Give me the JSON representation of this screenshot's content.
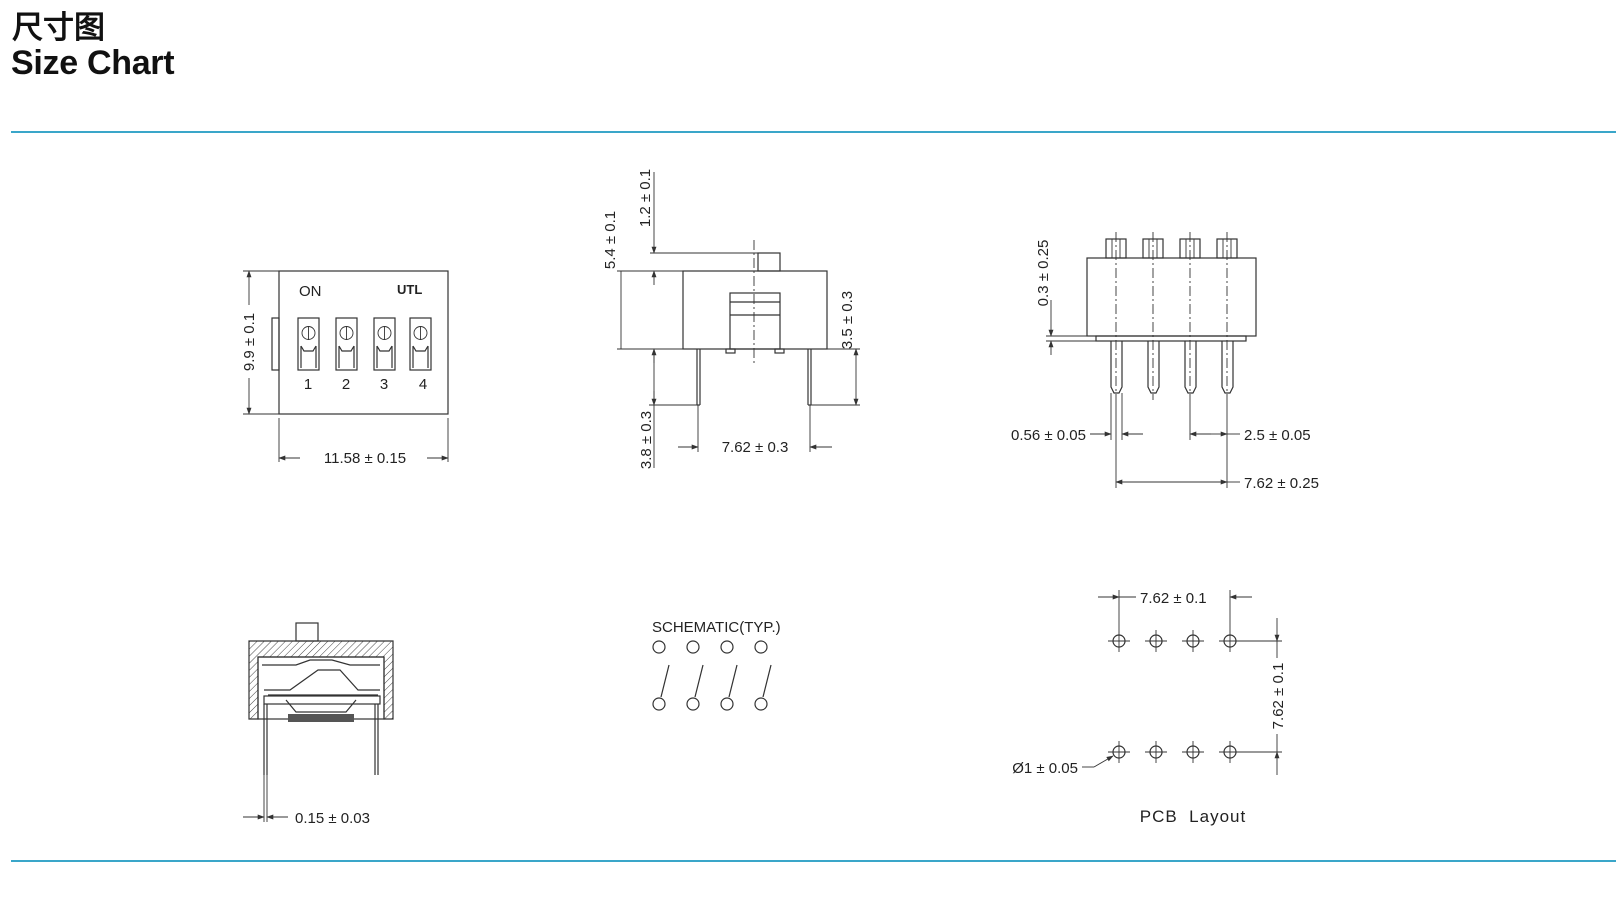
{
  "header": {
    "title_cn": "尺寸图",
    "title_en": "Size Chart"
  },
  "colors": {
    "rule": "#3aa6c9",
    "line": "#333333"
  },
  "top_view": {
    "on_label": "ON",
    "brand_label": "UTL",
    "switch_numbers": [
      "1",
      "2",
      "3",
      "4"
    ],
    "dim_height": "9.9 ± 0.1",
    "dim_width": "11.58 ± 0.15"
  },
  "side_view": {
    "dim_actuator": "1.2 ± 0.1",
    "dim_total": "5.4 ± 0.1",
    "dim_body": "3.5 ± 0.3",
    "dim_pin_length": "3.8 ± 0.3",
    "dim_row_pitch": "7.62 ± 0.3"
  },
  "front_view": {
    "dim_actuator_height": "0.3 ± 0.25",
    "dim_pin_width": "0.56 ± 0.05",
    "dim_pin_pitch": "2.5 ± 0.05",
    "dim_row_spacing": "7.62 ± 0.25"
  },
  "section_view": {
    "dim_pin_thickness": "0.15 ± 0.03"
  },
  "schematic": {
    "title": "SCHEMATIC(TYP.)"
  },
  "pcb_layout": {
    "title": "PCB  Layout",
    "dim_hole": "Ø1 ± 0.05",
    "dim_pitch_h": "7.62 ± 0.1",
    "dim_pitch_v": "7.62 ± 0.1"
  }
}
